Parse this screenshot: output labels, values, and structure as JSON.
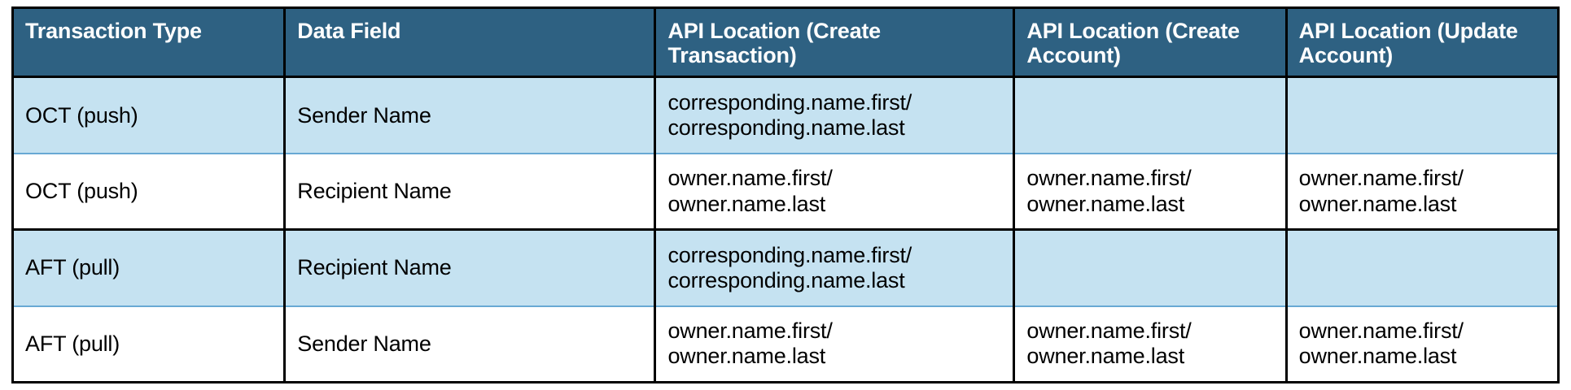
{
  "table": {
    "name": "transaction-api-location-table",
    "colors": {
      "header_background": "#2e6182",
      "header_text": "#ffffff",
      "shaded_row_background": "#c5e2f1",
      "plain_row_background": "#ffffff",
      "grid_line": "#000000",
      "thin_rule": "#68a9d4",
      "body_text": "#000000"
    },
    "columns": [
      {
        "id": "transaction-type",
        "label": "Transaction Type"
      },
      {
        "id": "data-field",
        "label": "Data Field"
      },
      {
        "id": "api-location-create-transaction",
        "label": "API Location (Create Transaction)"
      },
      {
        "id": "api-location-create-account",
        "label": "API Location (Create Account)"
      },
      {
        "id": "api-location-update-account",
        "label": "API Location (Update Account)"
      }
    ],
    "rows": [
      {
        "shaded": true,
        "transaction_type": "OCT (push)",
        "data_field": "Sender Name",
        "create_transaction": "corresponding.name.first/\ncorresponding.name.last",
        "create_account": "",
        "update_account": ""
      },
      {
        "shaded": false,
        "transaction_type": "OCT (push)",
        "data_field": "Recipient Name",
        "create_transaction": "owner.name.first/\nowner.name.last",
        "create_account": "owner.name.first/\nowner.name.last",
        "update_account": "owner.name.first/\nowner.name.last"
      },
      {
        "shaded": true,
        "transaction_type": "AFT (pull)",
        "data_field": "Recipient Name",
        "create_transaction": "corresponding.name.first/\ncorresponding.name.last",
        "create_account": "",
        "update_account": ""
      },
      {
        "shaded": false,
        "transaction_type": "AFT (pull)",
        "data_field": "Sender Name",
        "create_transaction": "owner.name.first/\nowner.name.last",
        "create_account": "owner.name.first/\nowner.name.last",
        "update_account": "owner.name.first/\nowner.name.last"
      }
    ]
  }
}
